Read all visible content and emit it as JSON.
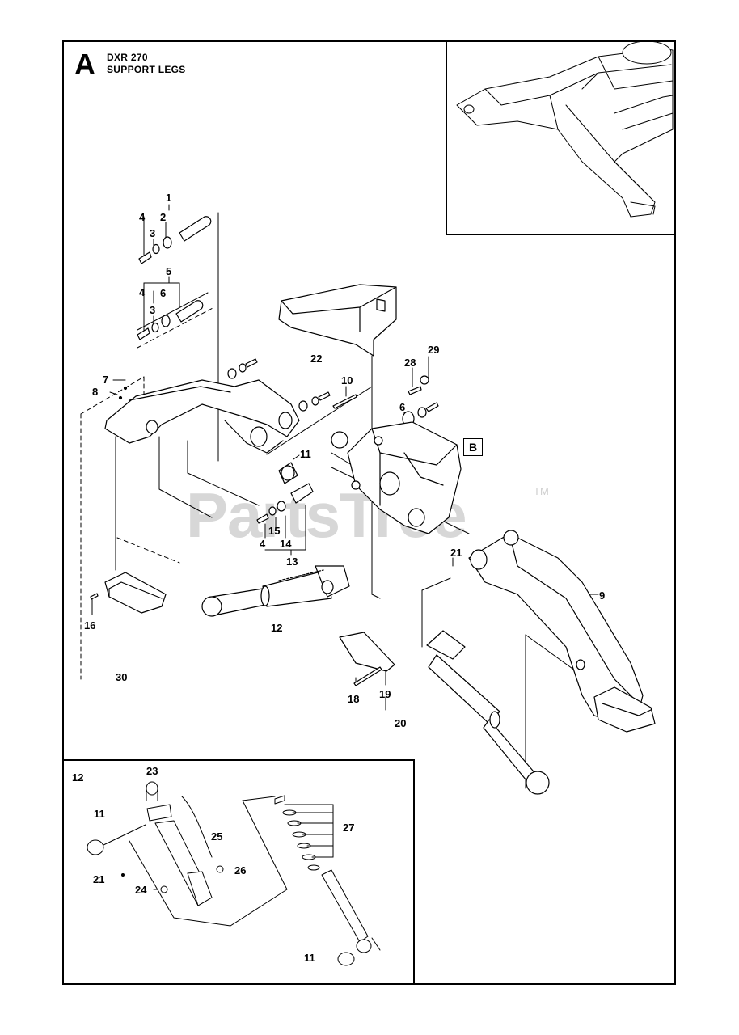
{
  "header": {
    "section_letter": "A",
    "model": "DXR 270",
    "section_title": "SUPPORT LEGS"
  },
  "watermark": {
    "text": "PartsTree",
    "tm": "TM"
  },
  "reference_box": "B",
  "callouts": {
    "c1": "1",
    "c2": "2",
    "c3a": "3",
    "c4a": "4",
    "c5": "5",
    "c4b": "4",
    "c3b": "3",
    "c6a": "6",
    "c7": "7",
    "c8": "8",
    "c22": "22",
    "c28": "28",
    "c29": "29",
    "c10": "10",
    "c6b": "6",
    "c11a": "11",
    "c15": "15",
    "c14": "14",
    "c4c": "4",
    "c13": "13",
    "c21a": "21",
    "c9": "9",
    "c12a": "12",
    "c16": "16",
    "c30": "30",
    "c18": "18",
    "c19": "19",
    "c20": "20"
  },
  "detail": {
    "title": "12",
    "c23": "23",
    "c11b": "11",
    "c25": "25",
    "c21b": "21",
    "c26": "26",
    "c24": "24",
    "c27": "27",
    "c11c": "11"
  }
}
